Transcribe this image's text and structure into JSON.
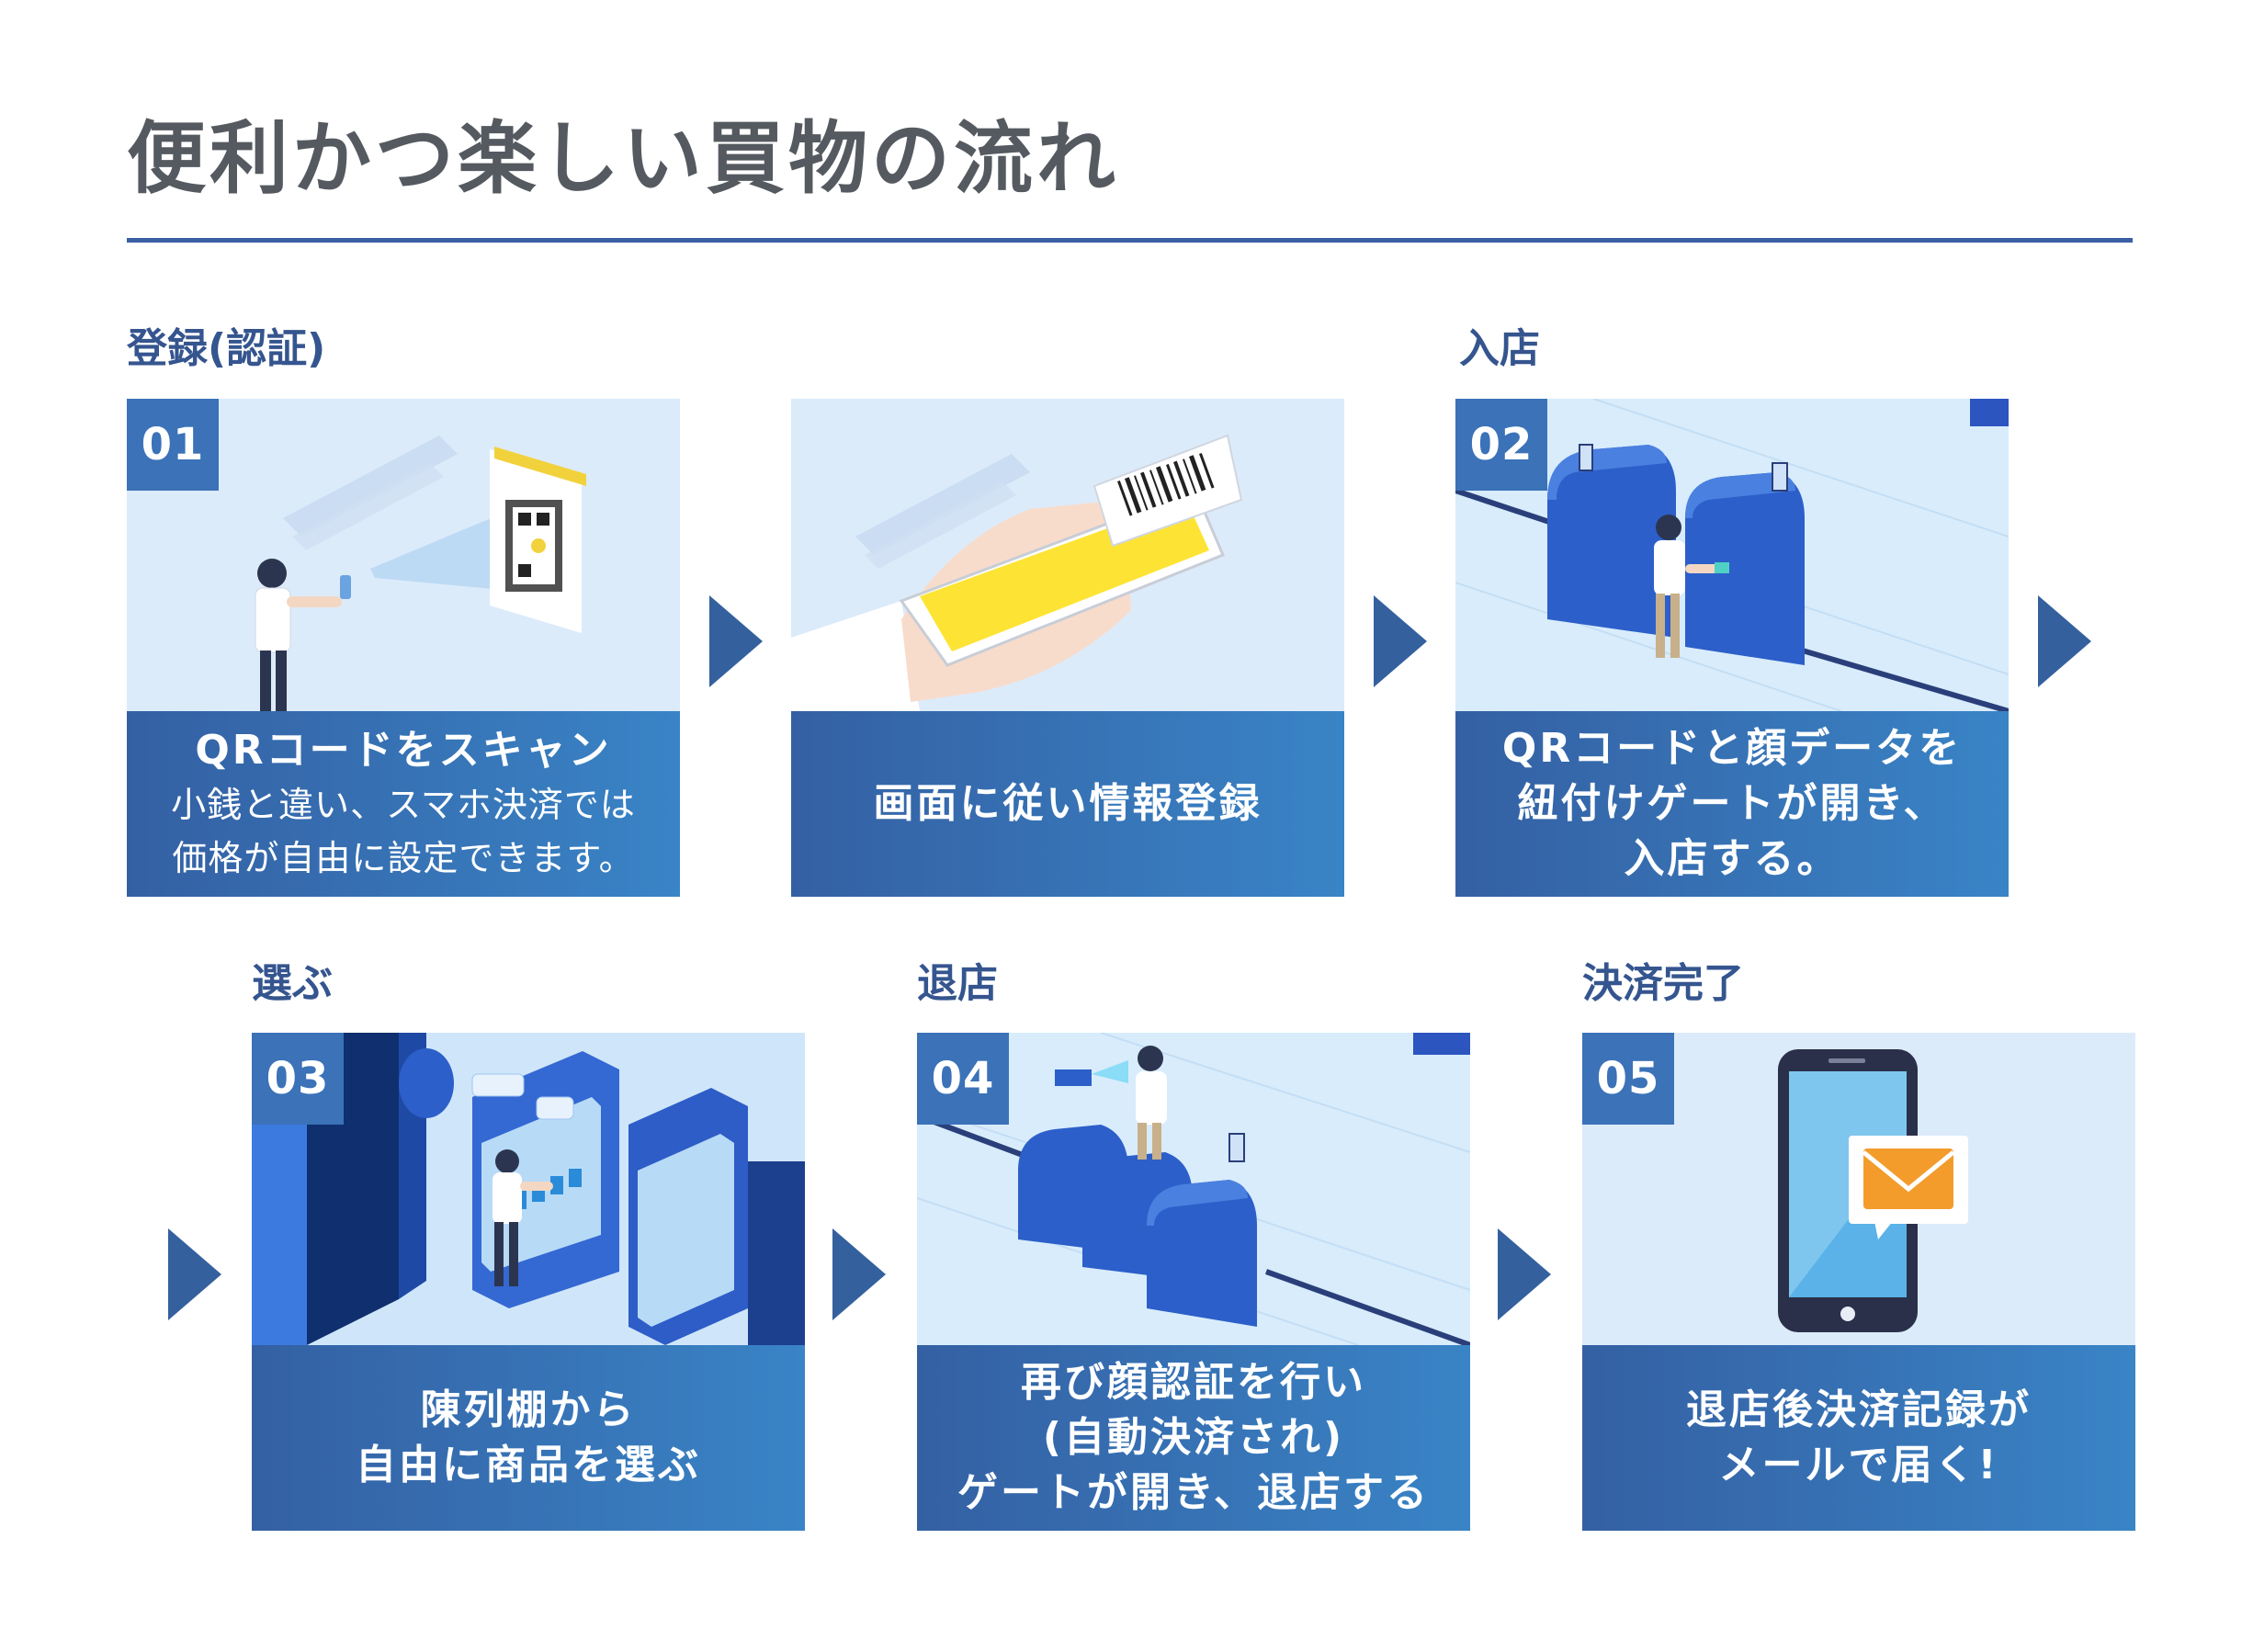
{
  "title": "便利かつ楽しい買物の流れ",
  "colors": {
    "accent": "#3a5fa3",
    "badge": "#3b72b8",
    "caption_start": "#3460a3",
    "caption_end": "#3984c6",
    "card_bg": "#dcebfa",
    "arrow": "#34609e"
  },
  "section_labels": {
    "register": "登録(認証)",
    "enter": "入店",
    "choose": "選ぶ",
    "exit": "退店",
    "complete": "決済完了"
  },
  "steps": [
    {
      "badge": "01",
      "main": "QRコードをスキャン",
      "sub_line1": "小銭と違い、スマホ決済では",
      "sub_line2": "価格が自由に設定できます。",
      "icon": "person-scanning-qr-illustration"
    },
    {
      "badge": "",
      "main": "画面に従い情報登録",
      "icon": "hand-holding-phone-illustration"
    },
    {
      "badge": "02",
      "line1": "QRコードと顔データを",
      "line2": "紐付けゲートが開き、",
      "line3": "入店する。",
      "icon": "entry-gate-illustration"
    },
    {
      "badge": "03",
      "line1": "陳列棚から",
      "line2": "自由に商品を選ぶ",
      "icon": "store-shelves-illustration"
    },
    {
      "badge": "04",
      "line1": "再び顔認証を行い",
      "line2": "(自動決済され)",
      "line3": "ゲートが開き、退店する",
      "icon": "exit-gate-illustration"
    },
    {
      "badge": "05",
      "line1": "退店後決済記録が",
      "line2": "メールで届く!",
      "icon": "phone-mail-illustration"
    }
  ]
}
